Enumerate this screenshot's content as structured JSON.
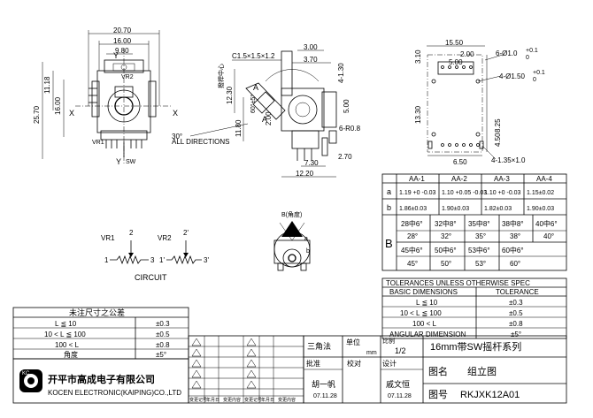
{
  "front_view": {
    "dims": {
      "width_outer": "20.70",
      "width_mid": "16.00",
      "width_inner": "9.80",
      "height_outer": "25.70",
      "h_1118": "11.18",
      "h_1600": "16.00"
    },
    "labels": {
      "vr2": "VR2",
      "vr1": "VR1",
      "x_left": "X",
      "x_right": "X",
      "y_top": "Y",
      "y_bottom": "Y",
      "sw": "SW"
    }
  },
  "side_view": {
    "dims": {
      "d300": "3.00",
      "d370": "3.70",
      "d4130": "4-1.30",
      "d1230": "12.30",
      "d1180": "11.80",
      "d200": "2.00",
      "d730": "7.30",
      "d1220": "12.20",
      "d270": "2.70",
      "d500": "5.00",
      "d6r08": "6-R0.8"
    },
    "labels": {
      "thread": "C1.5×1.5×1.2",
      "center_lever": "撥桿中心",
      "angle": "60°±5°",
      "a": "A",
      "all_directions": "ALL DIRECTIONS",
      "note": "30°"
    }
  },
  "right_view": {
    "dims": {
      "d1550": "15.50",
      "d200": "2.00",
      "d500": "5.00",
      "d310": "3.10",
      "d1330": "13.30",
      "d825": "8.25",
      "d450": "4.50",
      "d650": "6.50",
      "hole6": "6-Ø1.0",
      "tol6": "+0.1",
      "tol6b": "0",
      "hole4": "4-Ø1.50",
      "tol4": "+0.1",
      "tol4b": "0",
      "slot": "4-1.35×1.0"
    }
  },
  "aa_table": {
    "headers": [
      "AA-1",
      "AA-2",
      "AA-3",
      "AA-4"
    ],
    "rows": [
      {
        "label": "a",
        "cells": [
          "1.19 +0 -0.03",
          "1.10 +0.05 -0.03",
          "1.10 +0 -0.03",
          "1.15±0.02"
        ]
      },
      {
        "label": "b",
        "cells": [
          "1.86±0.03",
          "1.90±0.03",
          "1.82±0.03",
          "1.90±0.03"
        ]
      },
      {
        "label": "B",
        "cells": [
          "28中6°",
          "32中8°",
          "35中8°",
          "38中8°",
          "40中6°"
        ]
      },
      {
        "label": "",
        "cells": [
          "28°",
          "32°",
          "35°",
          "38°",
          "40°"
        ]
      },
      {
        "label": "",
        "cells": [
          "45中6°",
          "50中6°",
          "53中6°",
          "60中6°"
        ]
      },
      {
        "label": "",
        "cells": [
          "45°",
          "50°",
          "53°",
          "60°"
        ]
      }
    ]
  },
  "circuit": {
    "vr1": "VR1",
    "vr2": "VR2",
    "pin1": "1",
    "pin2": "2",
    "pin3": "3",
    "pin1p": "1'",
    "pin2p": "2'",
    "pin3p": "3'",
    "caption": "CIRCUIT"
  },
  "angle_detail": {
    "label": "B(角度)",
    "a": "a",
    "b": "b"
  },
  "tolerance_table": {
    "title": "TOLERANCES UNLESS OTHERWISE SPEC",
    "head_left": "BASIC DIMENSIONS",
    "head_right": "TOLERANCE",
    "rows": [
      {
        "range": "L ≦ 10",
        "tol": "±0.3"
      },
      {
        "range": "10 < L ≦ 100",
        "tol": "±0.5"
      },
      {
        "range": "100 < L",
        "tol": "±0.8"
      },
      {
        "range": "ANGULAR DIMENSION",
        "tol": "±5°"
      }
    ]
  },
  "cn_tolerance_table": {
    "title": "未注尺寸之公差",
    "rows": [
      {
        "range": "L ≦ 10",
        "tol": "±0.3"
      },
      {
        "range": "10 < L ≦ 100",
        "tol": "±0.5"
      },
      {
        "range": "100 < L",
        "tol": "±0.8"
      },
      {
        "range": "角度",
        "tol": "±5°"
      }
    ]
  },
  "title_block": {
    "company_cn": "开平市高成电子有限公司",
    "company_en": "KOCEN ELECTRONIC(KAIPING)CO.,LTD",
    "logo": "KC",
    "rev_headers": [
      "变更记号",
      "年月日",
      "变更内容",
      "变更记号",
      "年月日",
      "变更内容"
    ],
    "projection": "三角法",
    "unit_label": "单位",
    "unit": "mm",
    "scale_label": "比例",
    "scale": "1/2",
    "product": "16mm带SW摇杆系列",
    "approve": "批准",
    "check": "校对",
    "design": "设计",
    "name_label": "图名",
    "drawing_name": "组立图",
    "number_label": "图号",
    "drawing_number": "RKJXK12A01",
    "approver": "胡一帆",
    "approve_date": "07.11.28",
    "designer": "戚文恒",
    "design_date": "07.11.28"
  }
}
